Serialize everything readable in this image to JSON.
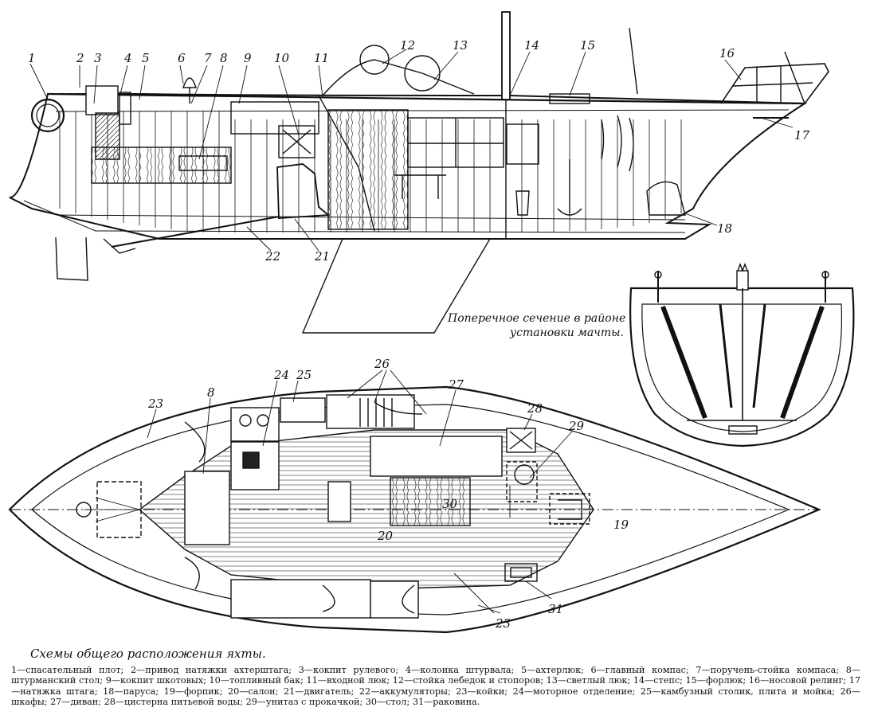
{
  "caption": {
    "title": "Схемы общего расположения яхты.",
    "legend": [
      "1—спасательный плот;",
      "2—привод натяжки ахтерштага;",
      "3—кокпит рулевого;",
      "4—колонка штурвала;",
      "5—ахтерлюк;",
      "6—главный компас;",
      "7—поручень-стойка компаса;",
      "8—штурманский стол;",
      "9—кокпит шкотовых;",
      "10—топливный бак;",
      "11—входной люк;",
      "12—стойка лебедок и стопоров;",
      "13—светлый люк;",
      "14—степс;",
      "15—форлюк;",
      "16—носовой релинг;",
      "17—натяжка штага;",
      "18—паруса;",
      "19—форпик;",
      "20—салон;",
      "21—двигатель;",
      "22—аккумуляторы;",
      "23—койки;",
      "24—моторное отделение;",
      "25—камбузный столик, плита и мойка;",
      "26—шкафы;",
      "27—диван;",
      "28—цистерна питьевой воды;",
      "29—унитаз с прокачкой;",
      "30—стол;",
      "31—раковина."
    ]
  },
  "side_view": {
    "labels": [
      "1",
      "2",
      "3",
      "4",
      "5",
      "6",
      "7",
      "8",
      "9",
      "10",
      "11",
      "12",
      "13",
      "14",
      "15",
      "16",
      "17",
      "18",
      "21",
      "22"
    ]
  },
  "cross_section": {
    "caption_line1": "Поперечное сечение в районе",
    "caption_line2": "установки мачты."
  },
  "plan_view": {
    "labels": [
      "8",
      "23",
      "24",
      "25",
      "26",
      "27",
      "28",
      "29",
      "30",
      "20",
      "19",
      "31",
      "23"
    ]
  }
}
